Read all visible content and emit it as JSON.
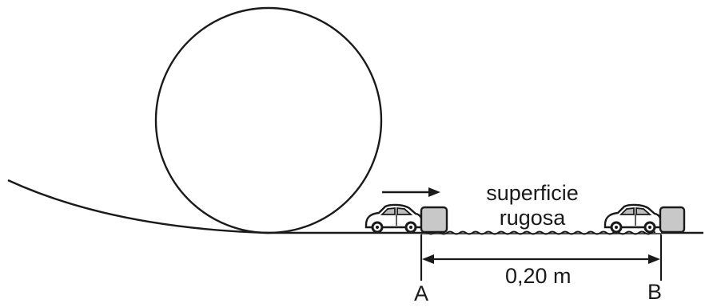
{
  "labels": {
    "surface_line1": "superficie",
    "surface_line2": "rugosa",
    "distance": "0,20 m",
    "point_a": "A",
    "point_b": "B"
  },
  "colors": {
    "stroke": "#1a1a1a",
    "block_fill": "#c8c8c8",
    "car_fill": "#ffffff"
  },
  "icons": {
    "car": "toy-car-icon",
    "block": "block-icon",
    "arrow": "velocity-arrow-icon"
  }
}
